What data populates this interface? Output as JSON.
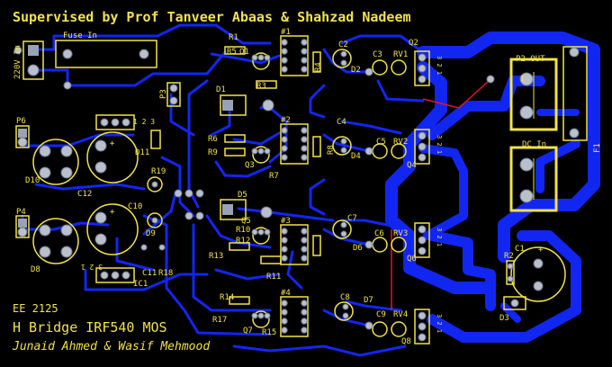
{
  "header_text": "Supervised by Prof Tanveer Abaas & Shahzad Nadeem",
  "footer": {
    "course": "EE 2125",
    "project": "H Bridge IRF540 MOS",
    "authors": "Junaid Ahmed & Wasif Mehmood"
  },
  "connectors": {
    "fuse_in": "Fuse In",
    "ac_in": "220V In",
    "p2_out": "P2 OUT",
    "dc_in": "DC In",
    "f1": "F1",
    "p6": "P6",
    "p4": "P4"
  },
  "designators": {
    "r1": "R1",
    "r2": "R2",
    "r3": "R3",
    "r4": "R4",
    "r5": "R5",
    "r6": "R6",
    "r7": "R7",
    "r8": "R8",
    "r9": "R9",
    "r10": "R10",
    "r11": "R11",
    "r12": "R12",
    "r13": "R13",
    "r14": "R14",
    "r15": "R15",
    "r17": "R17",
    "r18": "R18",
    "r19": "R19",
    "c1": "C1",
    "c2": "C2",
    "c3": "C3",
    "c4": "C4",
    "c5": "C5",
    "c6": "C6",
    "c7": "C7",
    "c8": "C8",
    "c9": "C9",
    "c10": "C10",
    "c11": "C11",
    "c12": "C12",
    "d1": "D1",
    "d2": "D2",
    "d3": "D3",
    "d4": "D4",
    "d5": "D5",
    "d6": "D6",
    "d7": "D7",
    "d8": "D8",
    "d9": "D9",
    "d10": "D10",
    "d11": "D11",
    "q1": "Q1",
    "q2": "Q2",
    "q3": "Q3",
    "q4": "Q4",
    "q5": "Q5",
    "q6": "Q6",
    "q7": "Q7",
    "q8": "Q8",
    "rv1": "RV1",
    "rv2": "RV2",
    "rv3": "RV3",
    "rv4": "RV4",
    "ic1": "IC1",
    "p3": "P3",
    "u1": "#1",
    "u2": "#2",
    "u3": "#3",
    "u4": "#4"
  },
  "pin_numbers": {
    "one": "1",
    "two": "2",
    "three": "3",
    "pin_321": "3 2 1",
    "pin_123": "1 2 3",
    "plus": "+"
  },
  "colors": {
    "board": "#000000",
    "silkscreen": "#f2e24a",
    "copper": "#1226f2",
    "pad": "#9aa3b5",
    "jumper": "#e8141a"
  }
}
